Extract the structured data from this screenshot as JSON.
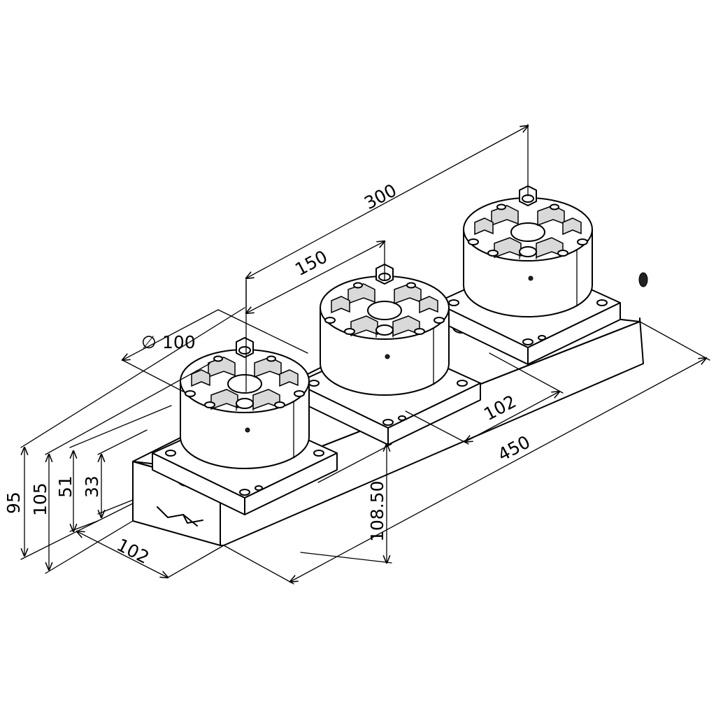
{
  "dimensions": {
    "height_95": "95",
    "height_105": "105",
    "height_51": "51",
    "height_33": "33",
    "width_102_front": "102",
    "width_102_back": "102",
    "length_450": "450",
    "height_108_50": "108.50",
    "spacing_150": "150",
    "spacing_300": "300",
    "diameter_100": "100",
    "diameter_symbol": "∅"
  }
}
